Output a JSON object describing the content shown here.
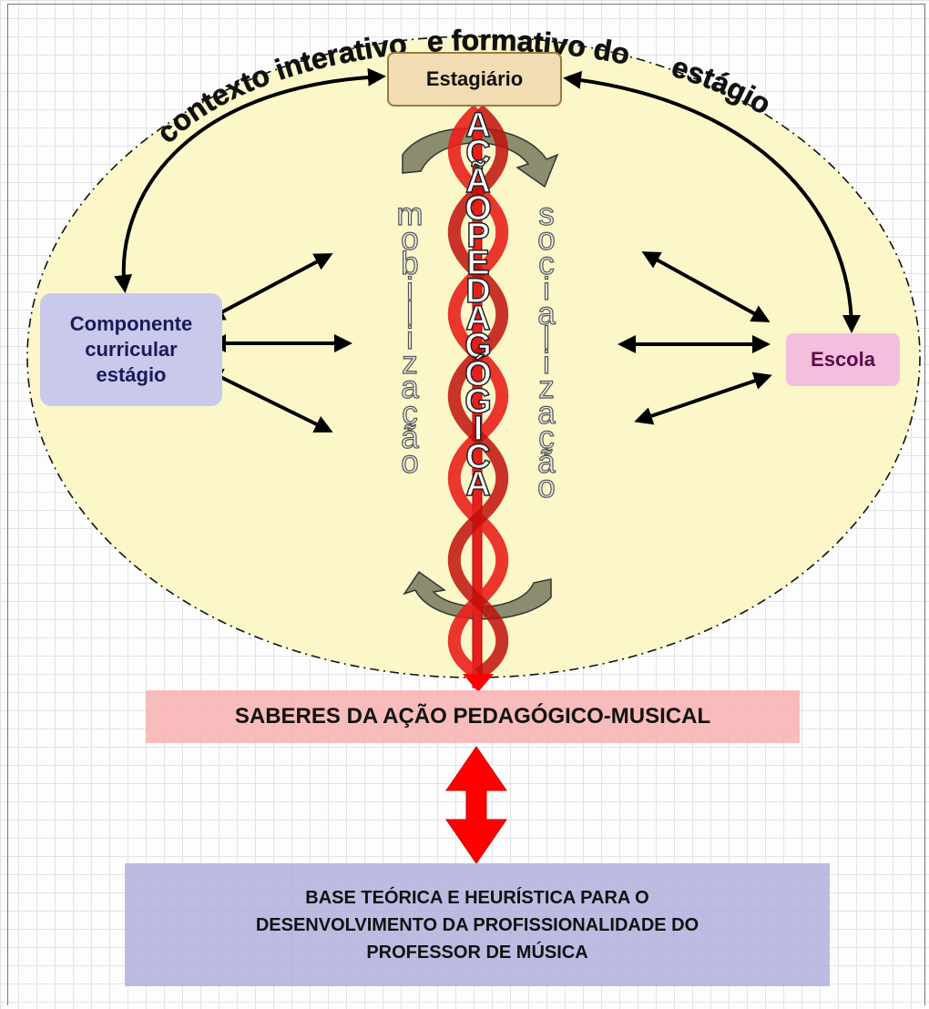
{
  "boxes": {
    "estagiario": "Estagiário",
    "componente_lines": [
      "Componente",
      "curricular",
      "estágio"
    ],
    "escola": "Escola",
    "saberes": "SABERES DA AÇÃO PEDAGÓGICO-MUSICAL",
    "base_lines": [
      "BASE TEÓRICA E HEURÍSTICA PARA O",
      "DESENVOLVIMENTO DA PROFISSIONALIDADE DO",
      "PROFESSOR DE MÚSICA"
    ]
  },
  "arc_text": {
    "left": "contexto interativo",
    "middle": "e formativo do",
    "right": "estágio"
  },
  "vertical_text": {
    "left": "mobilização",
    "center": "AÇÃO PEDAGÓGICA",
    "right": "socialização"
  },
  "colors": {
    "ellipse_fill": "#fbf7c8",
    "arrow_black": "#000000",
    "arrow_red": "#ff0000",
    "helix_red": "#e8201c",
    "curved_arrow_gray": "#8c8c6e",
    "estagiario_fill": "#f2dcb4",
    "componente_fill": "#c9c9ec",
    "escola_fill": "#f3bfdc",
    "saberes_fill": "#f8b0b0",
    "base_fill": "#b0b0de"
  }
}
